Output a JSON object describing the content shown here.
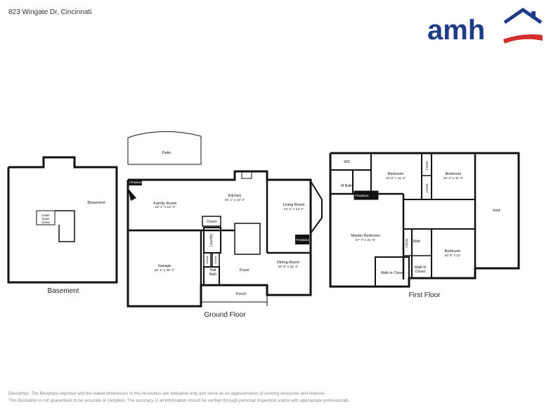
{
  "header": {
    "address": "823 Wingate Dr, Cincinnati",
    "logo_text": "amh",
    "brand_color": "#1f3c88",
    "accent_color": "#d32f2f"
  },
  "floors": {
    "basement": "Basement",
    "ground": "Ground Floor",
    "first": "First Floor"
  },
  "rooms": {
    "basement": {
      "name": "Basement"
    },
    "under_stairs": {
      "l1": "Under",
      "l2": "Stairs",
      "l3": "Closet"
    },
    "patio": {
      "name": "Patio"
    },
    "fireplace_family": {
      "name": "Fireplace"
    },
    "family_room": {
      "name": "Family Room",
      "dims": "18' 1\" x 12' 4\""
    },
    "kitchen": {
      "name": "Kitchen",
      "dims": "16' 1\" x 13' 4\""
    },
    "living_room": {
      "name": "Living Room",
      "dims": "13' 4\" x 13' 1\""
    },
    "closet_foyer": {
      "name": "Closet"
    },
    "laundry": {
      "name": "Laundry"
    },
    "fireplace_living": {
      "name": "Fireplace"
    },
    "garage": {
      "name": "Garage",
      "dims": "18' 1\" x 18' 7\""
    },
    "closet_small_1": {
      "name": "Closet"
    },
    "closet_small_2": {
      "name": "Closet"
    },
    "half_bath": {
      "l1": "Half",
      "l2": "Bath"
    },
    "foyer": {
      "name": "Foyer"
    },
    "dining_room": {
      "name": "Dining Room",
      "dims": "10' 8\" x 15' 2\""
    },
    "porch": {
      "name": "Porch"
    },
    "wc": {
      "name": "WC"
    },
    "m_bath": {
      "name": "M.Bath"
    },
    "bedroom_1": {
      "name": "Bedroom",
      "dims": "12' 8\" x 11' 4\""
    },
    "closet_upper_1": {
      "name": "Closet"
    },
    "bedroom_2": {
      "name": "Bedroom",
      "dims": "10' 4\" x 11' 4\""
    },
    "closet_upper_2": {
      "name": "Closet"
    },
    "fireplace_master": {
      "name": "Fireplace"
    },
    "void": {
      "name": "Void"
    },
    "master_bedroom": {
      "name": "Master Bedroom",
      "dims": "17' 7\" x 21' 5\""
    },
    "closet_bath": {
      "name": "Closet"
    },
    "bath": {
      "name": "Bath"
    },
    "bedroom_3": {
      "name": "Bedroom",
      "dims": "10' 8\" x 12'"
    },
    "walkin_1": {
      "name": "Walk-In Closet"
    },
    "walkin_2": {
      "l1": "Walk-In",
      "l2": "Closet"
    }
  },
  "footer": {
    "line1": "Disclaimer: The floorplans depicted and the stated dimensions in this illustration are indicative only and serve as an approximation of existing structures and features.",
    "line2": "This illustration is not guaranteed to be accurate or complete. The accuracy of all information should be verified through personal inspection and/or with appropriate professionals."
  }
}
